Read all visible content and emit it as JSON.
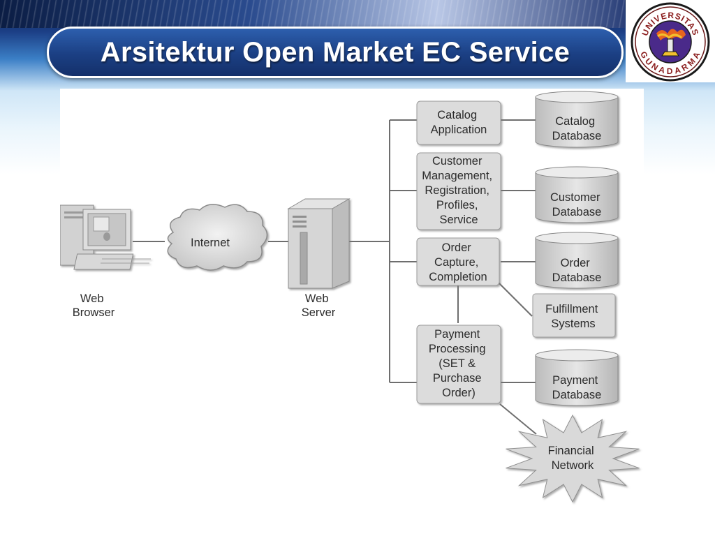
{
  "slide": {
    "title": "Arsitektur Open Market EC Service"
  },
  "logo": {
    "top_text": "UNIVERSITAS",
    "bottom_text": "GUNADARMA"
  },
  "diagram": {
    "web_browser": [
      "Web",
      "Browser"
    ],
    "internet": [
      "Internet"
    ],
    "web_server": [
      "Web",
      "Server"
    ],
    "catalog_application": [
      "Catalog",
      "Application"
    ],
    "customer_management": [
      "Customer",
      "Management,",
      "Registration,",
      "Profiles,",
      "Service"
    ],
    "order_capture": [
      "Order",
      "Capture,",
      "Completion"
    ],
    "payment_processing": [
      "Payment",
      "Processing",
      "(SET &",
      "Purchase",
      "Order)"
    ],
    "catalog_database": [
      "Catalog",
      "Database"
    ],
    "customer_database": [
      "Customer",
      "Database"
    ],
    "order_database": [
      "Order",
      "Database"
    ],
    "fulfillment_systems": [
      "Fulfillment",
      "Systems"
    ],
    "payment_database": [
      "Payment",
      "Database"
    ],
    "financial_network": [
      "Financial",
      "Network"
    ]
  },
  "colors": {
    "title_pill": "#1b3f83",
    "box_fill": "#dcdcdc",
    "line": "#6e6e6e"
  }
}
